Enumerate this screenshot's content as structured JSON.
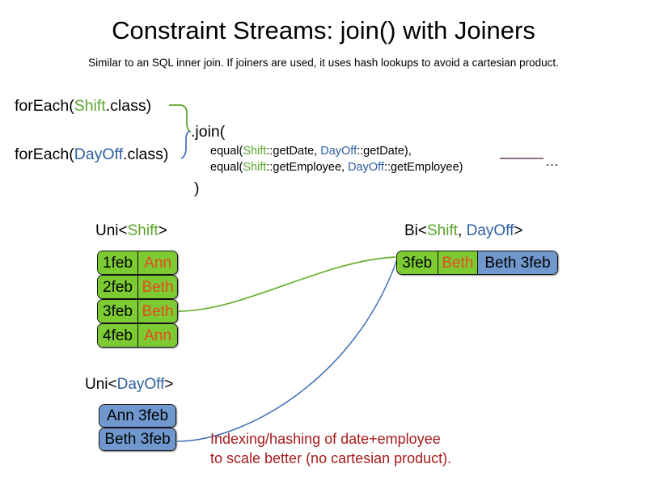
{
  "header": {
    "title": "Constraint Streams: join() with Joiners",
    "subtitle": "Similar to an SQL inner join. If joiners are used, it uses hash lookups to avoid a cartesian product."
  },
  "code": {
    "foreach_shift": {
      "prefix": "forEach(",
      "type": "Shift",
      "suffix": ".class)"
    },
    "foreach_dayoff": {
      "prefix": "forEach(",
      "type": "DayOff",
      "suffix": ".class)"
    },
    "join_open": ".join(",
    "join_close": ")",
    "args": [
      {
        "prefix": "equal(",
        "left_type": "Shift",
        "left_method": "::getDate, ",
        "right_type": "DayOff",
        "right_method": "::getDate),"
      },
      {
        "prefix": "equal(",
        "left_type": "Shift",
        "left_method": "::getEmployee, ",
        "right_type": "DayOff",
        "right_method": "::getEmployee)"
      }
    ],
    "ellipsis": "…"
  },
  "groups": {
    "uni_shift": {
      "prefix": "Uni<",
      "type": "Shift",
      "suffix": ">"
    },
    "uni_dayoff": {
      "prefix": "Uni<",
      "type": "DayOff",
      "suffix": ">"
    },
    "bi": {
      "prefix": "Bi<",
      "type_a": "Shift",
      "separator": ", ",
      "type_b": "DayOff",
      "suffix": ">"
    }
  },
  "shift_rows": [
    {
      "date": "1feb",
      "employee": "Ann"
    },
    {
      "date": "2feb",
      "employee": "Beth"
    },
    {
      "date": "3feb",
      "employee": "Beth"
    },
    {
      "date": "4feb",
      "employee": "Ann"
    }
  ],
  "dayoff_rows": [
    {
      "label": "Ann 3feb"
    },
    {
      "label": "Beth 3feb"
    }
  ],
  "bi_row": {
    "date": "3feb",
    "employee": "Beth",
    "dayoff": "Beth 3feb"
  },
  "annotation": "Indexing/hashing of date+employee\nto scale better (no cartesian product).",
  "colors": {
    "shift_green": "#7CCB33",
    "dayoff_blue": "#7098CE",
    "employee_orange": "#E8491D",
    "shift_keyword": "#5AA52B",
    "dayoff_keyword": "#2E5FA3",
    "annotation_red": "#A81B1B",
    "connector_green": "#5AA52B",
    "connector_blue": "#3F6FB5",
    "rule_purple": "#7E5C78"
  }
}
